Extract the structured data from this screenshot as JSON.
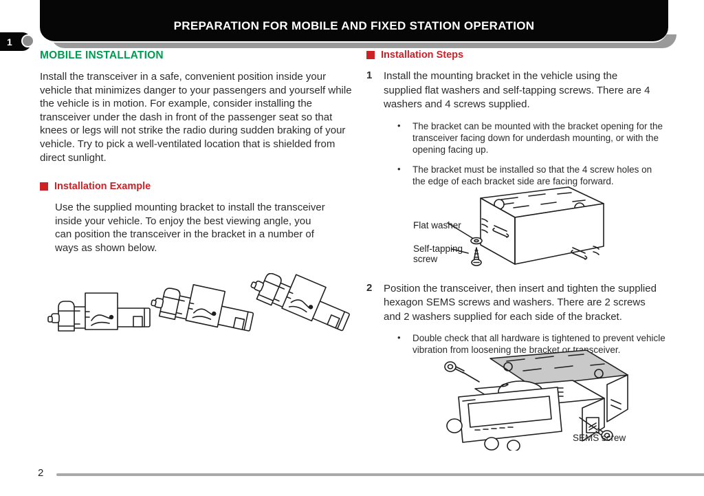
{
  "header": {
    "title": "PREPARATION FOR MOBILE AND FIXED STATION OPERATION",
    "chapter_tab": "1"
  },
  "left": {
    "section_title": "MOBILE INSTALLATION",
    "intro": "Install the transceiver in a safe, convenient position inside your vehicle that minimizes danger to your passengers and yourself while the vehicle is in motion.  For example, consider installing the transceiver under the dash in front of the passenger seat so that knees or legs will not strike the radio during sudden braking of your vehicle.  Try to pick a well-ventilated location that is shielded from direct sunlight.",
    "example_title": "Installation Example",
    "example_body": "Use the supplied mounting bracket to install the transceiver inside your vehicle.  To enjoy the best viewing angle, you can position the transceiver in the bracket in a number of ways as shown below."
  },
  "right": {
    "section_title": "Installation Steps",
    "steps": [
      {
        "number": "1",
        "text": "Install the mounting bracket in the vehicle using the supplied flat washers and self-tapping screws. There are 4 washers and 4 screws supplied.",
        "bullets": [
          "The bracket can be mounted with the bracket opening for the transceiver facing down for underdash mounting, or with the opening facing up.",
          "The bracket must be installed so that the 4 screw holes on the edge of each bracket side are facing forward."
        ]
      },
      {
        "number": "2",
        "text": "Position the transceiver, then insert and tighten the supplied hexagon SEMS screws and washers. There are 2 screws and 2 washers supplied for each side of the bracket.",
        "bullets": [
          "Double check that all hardware is tightened to prevent vehicle vibration from loosening the bracket or transceiver."
        ]
      }
    ],
    "bracket_figure_labels": {
      "flat_washer": "Flat washer",
      "self_tapping_screw": "Self-tapping screw"
    },
    "radio_figure_labels": {
      "sems_screw": "SEMS screw"
    }
  },
  "footer": {
    "page_number": "2"
  },
  "colors": {
    "accent_green": "#009a50",
    "accent_red": "#cc2127",
    "banner_black": "#060606",
    "shadow_gray": "#9a9a9a"
  }
}
